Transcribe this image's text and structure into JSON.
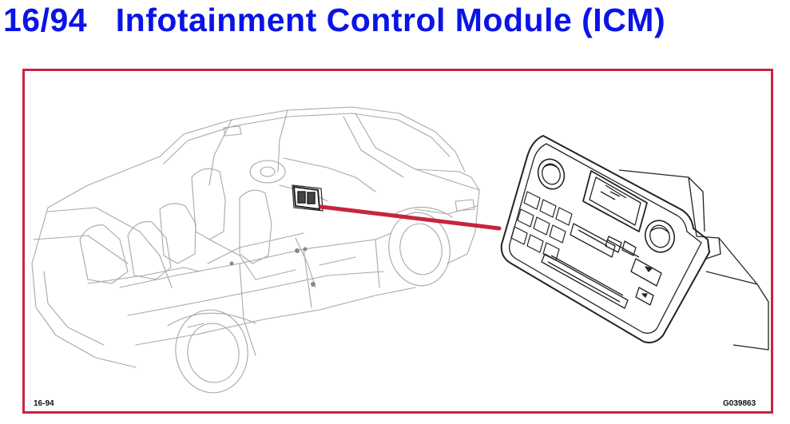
{
  "header": {
    "title": "16/94   Infotainment Control Module (ICM)"
  },
  "figure": {
    "label_left": "16-94",
    "label_right": "G039863"
  },
  "colors": {
    "title": "#0a14e6",
    "frame": "#c8243f",
    "leader": "#c8243f",
    "line_light": "#a8a8a8",
    "line_dark": "#222222"
  }
}
